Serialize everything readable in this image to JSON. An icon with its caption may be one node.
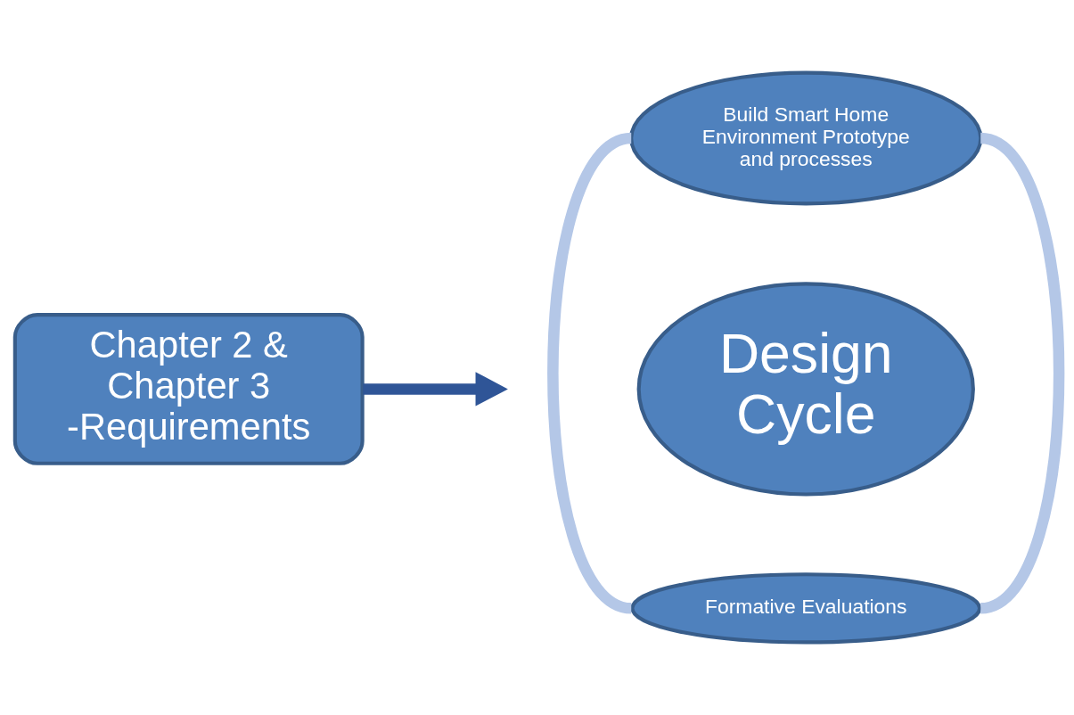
{
  "diagram": {
    "nodes": [
      {
        "text": [
          "Chapter 2 & Chapter 3 -Requirements"
        ]
      },
      {
        "text": [
          "Build Smart Home Environment Prototype and processes"
        ]
      },
      {
        "text": [
          "Design Cycle"
        ]
      },
      {
        "text": [
          "Formative Evaluations"
        ]
      }
    ],
    "edges": [
      {
        "from": 0,
        "to": null,
        "arrow": "to",
        "color": "#2f5597"
      },
      {
        "from": 1,
        "to": 3,
        "arrow": "none"
      },
      {
        "from": 1,
        "to": 3,
        "arrow": "none"
      }
    ]
  }
}
